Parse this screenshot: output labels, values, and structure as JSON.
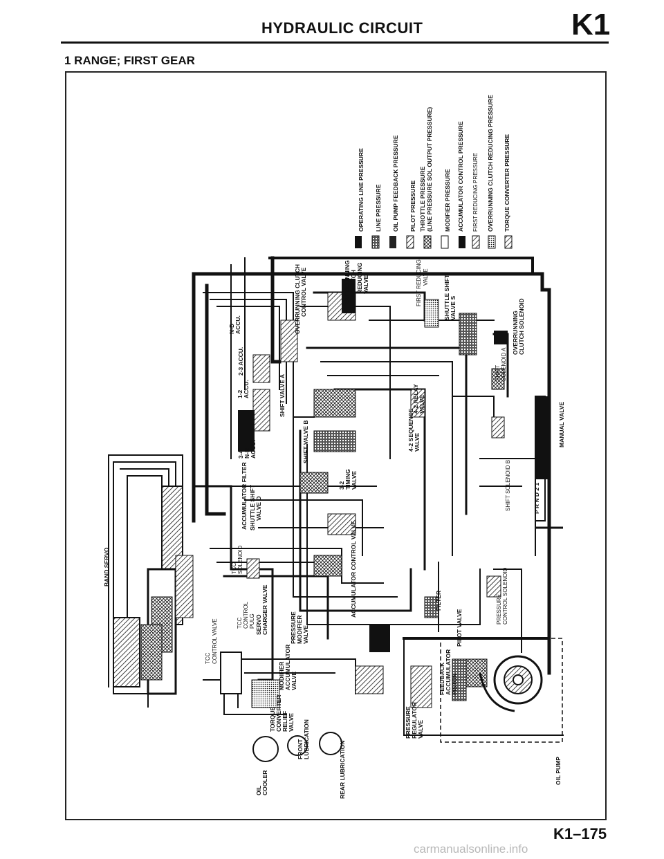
{
  "header": {
    "title": "HYDRAULIC CIRCUIT",
    "code": "K1"
  },
  "section": {
    "title": "1 RANGE; FIRST GEAR"
  },
  "legend": [
    "OPERATING LINE PRESSURE",
    "LINE PRESSURE",
    "OIL PUMP FEEDBACK PRESSURE",
    "PILOT PRESSURE",
    "THROTTLE PRESSURE",
    "(LINE PRESSURE SOL OUTPUT PRESSURE)",
    "MODIFIER PRESSURE",
    "ACCUMULATOR CONTROL PRESSURE",
    "FIRST REDUCING PRESSURE",
    "OVERRUNNING CLUTCH REDUCING PRESSURE",
    "TORQUE CONVERTER PRESSURE"
  ],
  "labels": {
    "band_servo": "BAND SERVO",
    "tcc_control_valve": [
      "TCC",
      "CONTROL VALVE"
    ],
    "tcc_control_plug": [
      "TCC",
      "CONTROL",
      "PULG"
    ],
    "tcc_solenoid": [
      "TCC",
      "SOLENOID"
    ],
    "servo_charger_valve": [
      "SERVO",
      "CHARGER VALVE"
    ],
    "pressure_modifier_valve": [
      "PRESSURE",
      "MODIFIER",
      "VALVE"
    ],
    "modifier_accumulator_valve": [
      "MODIFIER",
      "ACCUMULATOR",
      "VALVE"
    ],
    "torque_converter_relief_valve": [
      "TORQUE",
      "CONVERTER",
      "RELIEF",
      "VALVE"
    ],
    "front_lubrication": [
      "FRONT",
      "LUBRICATION"
    ],
    "rear_lubrication": "REAR LUBRICATION",
    "oil_cooler": [
      "OIL",
      "COOLER"
    ],
    "pressure_regulator_valve": [
      "PRESSURE",
      "REGULATOR",
      "VALVE"
    ],
    "feedback_accumulator_piston": [
      "FEEDBACK",
      "ACCUMULATOR",
      "PISTON"
    ],
    "pilot_valve": "PILOT VALVE",
    "filter": "FILTER",
    "pressure_control_solenoid": [
      "PRESSURE",
      "CONTROL SOLENOID"
    ],
    "accumulator_control_valve": "ACCUMULATOR CONTROL VALVE",
    "accumulator_filter": "ACCUMULATOR FILTER",
    "shuttle_shift_valve_d": [
      "SHUTTLE SHIFT",
      "VALVE D"
    ],
    "accu_34": [
      "3-4",
      "N-R",
      "ACCU."
    ],
    "accu_12": [
      "1-2",
      "ACCU."
    ],
    "accu_23": "2-3 ACCU.",
    "accu_nd": [
      "N-D",
      "ACCU."
    ],
    "timing_valve_32": [
      "3-2",
      "TIMING",
      "VALVE"
    ],
    "shift_valve_b": "SHIFT VALVE B",
    "shift_valve_a": "SHIFT VALVE A",
    "sequence_valve_42": [
      "4-2 SEQUENCE",
      "VALVE"
    ],
    "relay_valve_42": [
      "4-2 RELAY",
      "VALVE"
    ],
    "overrunning_clutch_control_valve": [
      "OVERRUNNING CLUTCH",
      "CONTROL VALVE"
    ],
    "overrunning_clutch_reducing_valve": [
      "OVERRUNNING",
      "CLUTCH",
      "REDUCING",
      "VALVE"
    ],
    "first_reducing_valve": [
      "FIRST REDUCING",
      "VALVE"
    ],
    "shuttle_shift_valve_s": [
      "SHUTTLE SHIFT",
      "VALVE S"
    ],
    "overrunning_clutch_solenoid": [
      "OVERRUNNING",
      "CLUTCH SOLENOID"
    ],
    "shift_solenoid_a": [
      "SHIFT",
      "SOLENOID A"
    ],
    "shift_solenoid_b": "SHIFT SOLENOID B",
    "manual_valve": "MANUAL VALVE",
    "prnd": "P R N D 2 1",
    "oil_pump": "OIL PUMP"
  },
  "colors": {
    "ink": "#111111",
    "paper": "#ffffff",
    "watermark": "#b9b9b9"
  },
  "footer": {
    "page": "K1–175"
  },
  "watermark": "carmanualsonline.info"
}
